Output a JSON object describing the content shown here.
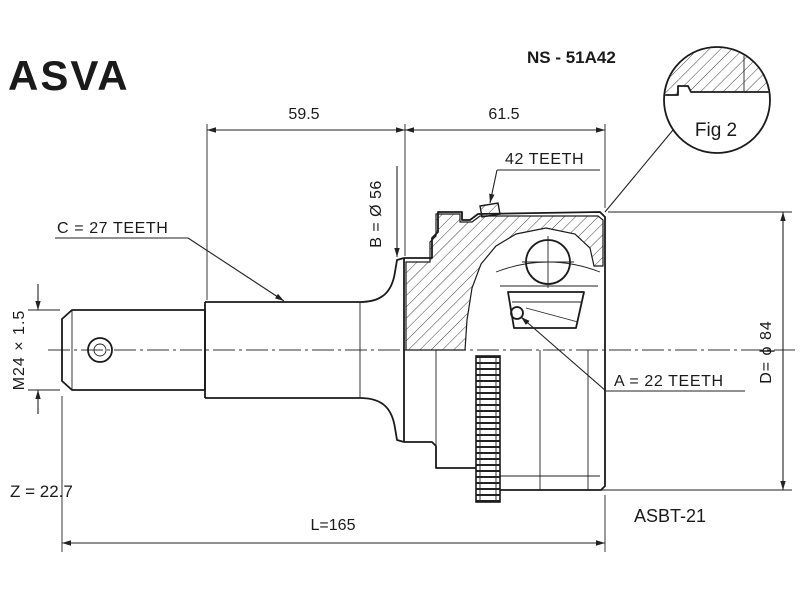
{
  "brand": "ASVA",
  "part_number": "NS - 51A42",
  "figure": "Fig 2",
  "dimensions": {
    "length_left": "59.5",
    "length_right": "61.5",
    "total_length": "L=165",
    "outer_diameter": "D= ϕ 84",
    "diameter_b": "B = Ø 56",
    "thread": "M24 × 1.5",
    "z": "Z = 22.7"
  },
  "teeth": {
    "ring": "42 TEETH",
    "c": "C = 27 TEETH",
    "a": "A = 22 TEETH"
  },
  "article": "ASBT-21",
  "colors": {
    "ink": "#1a1a1a",
    "background": "#ffffff"
  }
}
